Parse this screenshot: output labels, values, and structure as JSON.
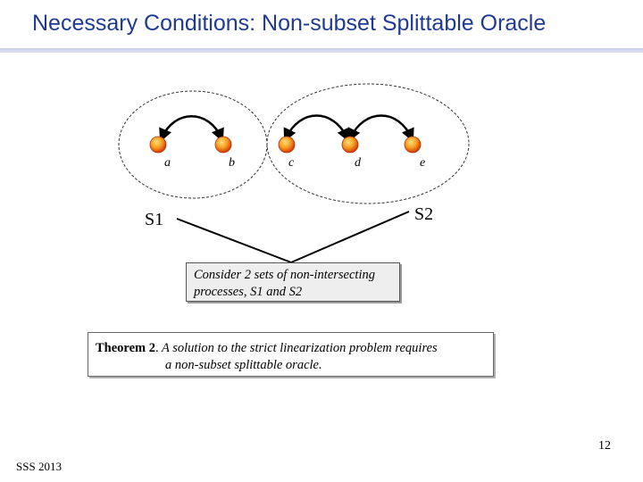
{
  "slide": {
    "title": "Necessary Conditions: Non-subset Splittable Oracle",
    "page_number": "12",
    "footer": "SSS 2013"
  },
  "diagram": {
    "nodes": [
      {
        "id": "a",
        "label": "a"
      },
      {
        "id": "b",
        "label": "b"
      },
      {
        "id": "c",
        "label": "c"
      },
      {
        "id": "d",
        "label": "d"
      },
      {
        "id": "e",
        "label": "e"
      }
    ],
    "sets": [
      {
        "id": "S1",
        "label": "S1",
        "members": [
          "a",
          "b"
        ]
      },
      {
        "id": "S2",
        "label": "S2",
        "members": [
          "c",
          "d",
          "e"
        ]
      }
    ],
    "edges": [
      [
        "a",
        "b"
      ],
      [
        "c",
        "d"
      ],
      [
        "d",
        "e"
      ]
    ],
    "note": {
      "line1": "Consider 2 sets of non-intersecting",
      "line2": "processes, S1 and S2"
    }
  },
  "theorem": {
    "label": "Theorem 2",
    "punct": ".",
    "line1": " A solution to the strict linearization problem requires",
    "line2": "a non-subset splittable oracle."
  },
  "colors": {
    "title": "#1f3a93",
    "node_fill_center": "#ffe07a",
    "node_fill_edge": "#e0400f"
  }
}
